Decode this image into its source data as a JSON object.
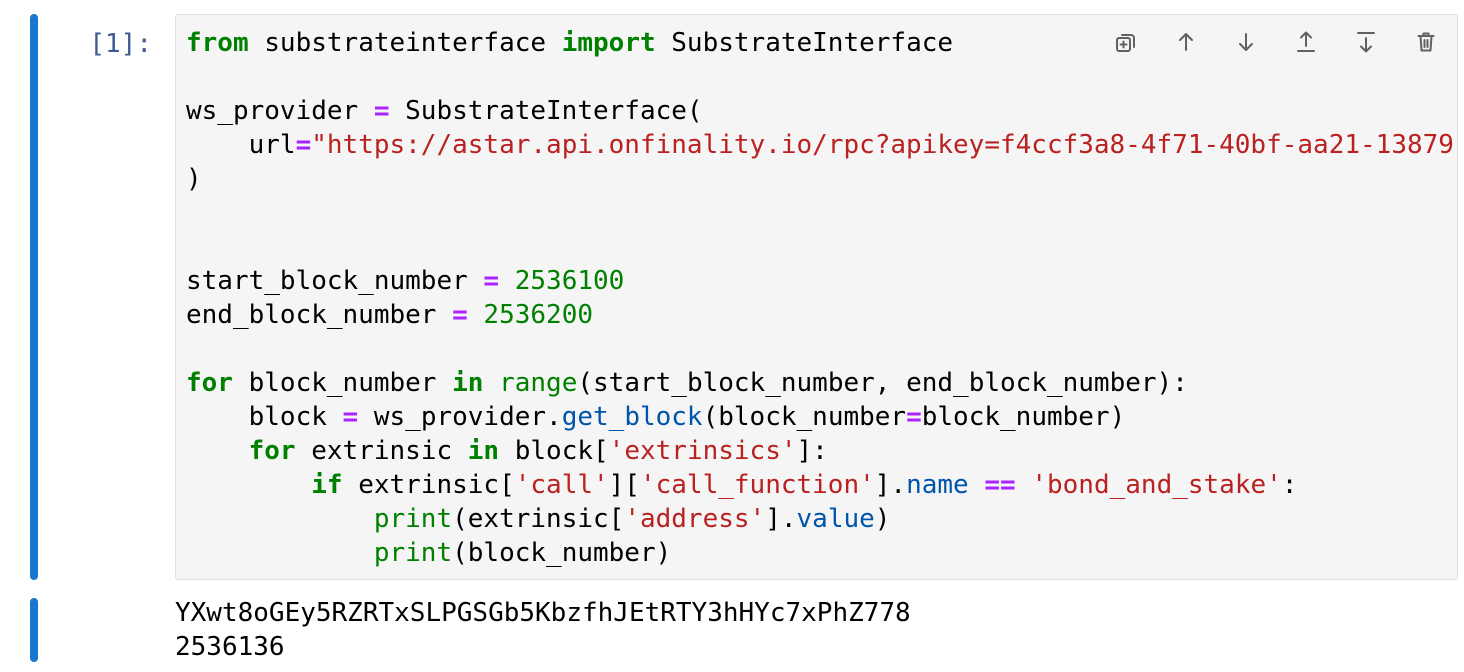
{
  "colors": {
    "accent_bar": "#1976d2",
    "cell_background": "#f5f5f5",
    "cell_border": "#e0e0e0",
    "prompt": "#3b5b92",
    "icon": "#616161",
    "keyword": "#008000",
    "string": "#ba2121",
    "number": "#008000",
    "operator": "#aa22ff",
    "builtin": "#008000",
    "property": "#0055aa"
  },
  "cell": {
    "execution_count": "[1]:",
    "toolbar_icons": [
      "duplicate-icon",
      "move-up-icon",
      "move-down-icon",
      "insert-above-icon",
      "insert-below-icon",
      "delete-icon"
    ],
    "code": {
      "lines": [
        [
          [
            "kw",
            "from"
          ],
          [
            "plain",
            " substrateinterface "
          ],
          [
            "kw",
            "import"
          ],
          [
            "plain",
            " SubstrateInterface"
          ]
        ],
        [],
        [
          [
            "plain",
            "ws_provider "
          ],
          [
            "op",
            "="
          ],
          [
            "plain",
            " SubstrateInterface("
          ]
        ],
        [
          [
            "plain",
            "    url"
          ],
          [
            "op",
            "="
          ],
          [
            "str",
            "\"https://astar.api.onfinality.io/rpc?apikey=f4ccf3a8-4f71-40bf-aa21-13879"
          ]
        ],
        [
          [
            "plain",
            ")"
          ]
        ],
        [],
        [],
        [
          [
            "plain",
            "start_block_number "
          ],
          [
            "op",
            "="
          ],
          [
            "plain",
            " "
          ],
          [
            "num",
            "2536100"
          ]
        ],
        [
          [
            "plain",
            "end_block_number "
          ],
          [
            "op",
            "="
          ],
          [
            "plain",
            " "
          ],
          [
            "num",
            "2536200"
          ]
        ],
        [],
        [
          [
            "kw",
            "for"
          ],
          [
            "plain",
            " block_number "
          ],
          [
            "kw",
            "in"
          ],
          [
            "plain",
            " "
          ],
          [
            "builtin",
            "range"
          ],
          [
            "plain",
            "(start_block_number, end_block_number):"
          ]
        ],
        [
          [
            "plain",
            "    block "
          ],
          [
            "op",
            "="
          ],
          [
            "plain",
            " ws_provider."
          ],
          [
            "prop",
            "get_block"
          ],
          [
            "plain",
            "(block_number"
          ],
          [
            "op",
            "="
          ],
          [
            "plain",
            "block_number)"
          ]
        ],
        [
          [
            "plain",
            "    "
          ],
          [
            "kw",
            "for"
          ],
          [
            "plain",
            " extrinsic "
          ],
          [
            "kw",
            "in"
          ],
          [
            "plain",
            " block["
          ],
          [
            "str",
            "'extrinsics'"
          ],
          [
            "plain",
            "]:"
          ]
        ],
        [
          [
            "plain",
            "        "
          ],
          [
            "kw",
            "if"
          ],
          [
            "plain",
            " extrinsic["
          ],
          [
            "str",
            "'call'"
          ],
          [
            "plain",
            "]["
          ],
          [
            "str",
            "'call_function'"
          ],
          [
            "plain",
            "]."
          ],
          [
            "prop",
            "name"
          ],
          [
            "plain",
            " "
          ],
          [
            "op",
            "=="
          ],
          [
            "plain",
            " "
          ],
          [
            "str",
            "'bond_and_stake'"
          ],
          [
            "plain",
            ":"
          ]
        ],
        [
          [
            "plain",
            "            "
          ],
          [
            "builtin",
            "print"
          ],
          [
            "plain",
            "(extrinsic["
          ],
          [
            "str",
            "'address'"
          ],
          [
            "plain",
            "]."
          ],
          [
            "prop",
            "value"
          ],
          [
            "plain",
            ")"
          ]
        ],
        [
          [
            "plain",
            "            "
          ],
          [
            "builtin",
            "print"
          ],
          [
            "plain",
            "(block_number)"
          ]
        ]
      ]
    }
  },
  "output": {
    "lines": [
      "YXwt8oGEy5RZRTxSLPGSGb5KbzfhJEtRTY3hHYc7xPhZ778",
      "2536136"
    ]
  }
}
